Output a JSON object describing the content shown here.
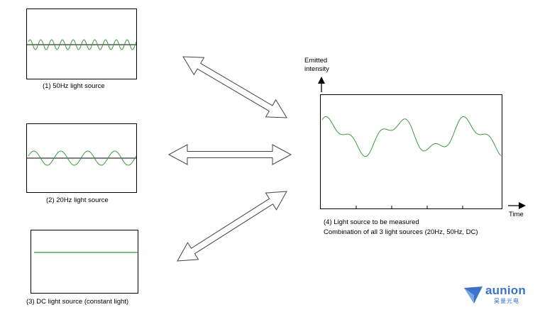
{
  "panels": [
    {
      "id": "p1",
      "caption": "(1) 50Hz light source",
      "type": "sine",
      "cycles": 10,
      "color": "#3a9a3a"
    },
    {
      "id": "p2",
      "caption": "(2) 20Hz light source",
      "type": "sine",
      "cycles": 4,
      "color": "#3a9a3a"
    },
    {
      "id": "p3",
      "caption": "(3) DC light source (constant light)",
      "type": "constant",
      "color": "#3a9a3a"
    }
  ],
  "combined": {
    "caption_line1": "(4) Light source to be measured",
    "caption_line2": "Combination of all 3 light sources (20Hz, 50Hz, DC)",
    "y_axis_label": "Emitted intensity",
    "x_axis_label": "Time",
    "color": "#3a9a3a"
  },
  "logo": {
    "word": "aunion",
    "sub": "昊量光电",
    "color": "#3a73c8"
  }
}
